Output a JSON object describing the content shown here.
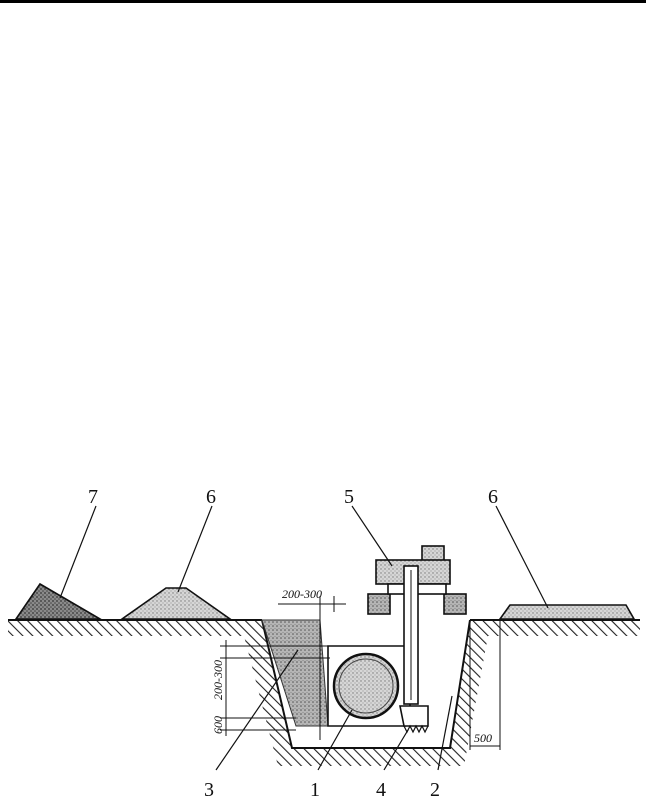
{
  "callouts": {
    "pipe": "1",
    "bucket_side": "2",
    "backfill": "3",
    "bucket": "4",
    "excavator": "5",
    "soil_pile_left": "6",
    "soil_pile_right": "6",
    "heap": "7"
  },
  "dimensions": {
    "clearance": "200-300",
    "cover": "200-300",
    "bed": "600",
    "edge_offset": "500"
  },
  "colors": {
    "ink": "#111111",
    "stipple_light": "#c9c9c9",
    "stipple_dark": "#6e6e6e",
    "hatch": "#222222"
  }
}
